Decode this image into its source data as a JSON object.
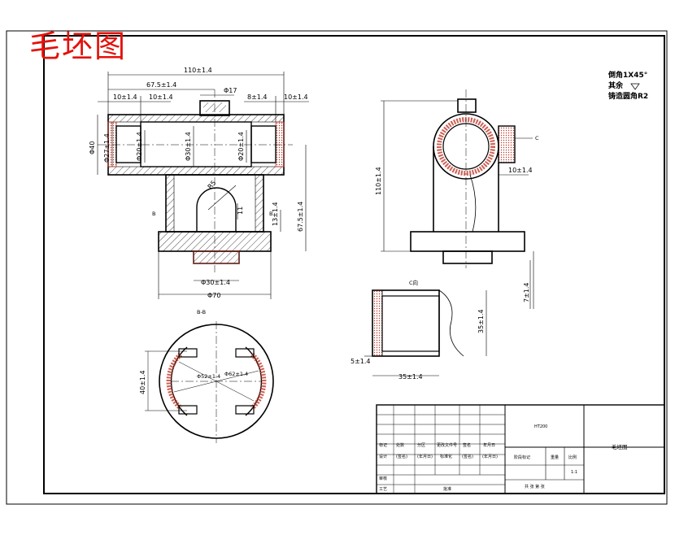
{
  "drawing": {
    "title": "毛坯图",
    "notes": [
      "倒角1X45°",
      "其余",
      "铸造圆角R2"
    ]
  },
  "front_view": {
    "dims": {
      "overall_length": "110±1.4",
      "offset": "67.5±1.4",
      "top_dia": "Φ17",
      "flange_left": "10±1.4",
      "inner_step": "10±1.4",
      "right_step": "8±1.4",
      "flange_right": "10±1.4",
      "outer_dia": "Φ40",
      "bore_left": "Φ27±1.4",
      "inner_dia_left": "Φ20±1.4",
      "center_bore": "Φ30±1.4",
      "inner_dia_right": "Φ20±1.4",
      "r_label": "R5",
      "height_675": "67.5±1.4",
      "height_13": "13±1.4",
      "small_11": "11",
      "base_bore": "Φ30±1.4",
      "base_dia": "Φ70",
      "section_mark": "B"
    }
  },
  "side_view": {
    "dims": {
      "height": "110±1.4",
      "flange_w": "10±1.4",
      "arrow_label": "C"
    }
  },
  "c_view": {
    "label": "C向",
    "dims": {
      "height": "35±1.4",
      "width": "35±1.4",
      "thickness": "5±1.4",
      "side": "7±1.4"
    }
  },
  "bb_view": {
    "label": "B-B",
    "dims": {
      "left_height": "40±1.4",
      "inner": "Φ52±1.4",
      "outer": "Φ62±1.4"
    }
  },
  "title_block": {
    "part_name": "毛坯图",
    "drawing_no": "HT200",
    "scale": "1:1",
    "scale_label": "比例",
    "weight_label": "重量",
    "stage_label": "阶段标记",
    "sheet_info": "共 张 第 张",
    "row_labels": [
      "标记",
      "处数",
      "分区",
      "更改文件号",
      "签名",
      "年月日"
    ],
    "design_row": [
      "设计",
      "(签名)",
      "(年月日)",
      "标准化",
      "(签名)",
      "(年月日)"
    ],
    "review": "审核",
    "process": "工艺",
    "approve": "批准"
  }
}
